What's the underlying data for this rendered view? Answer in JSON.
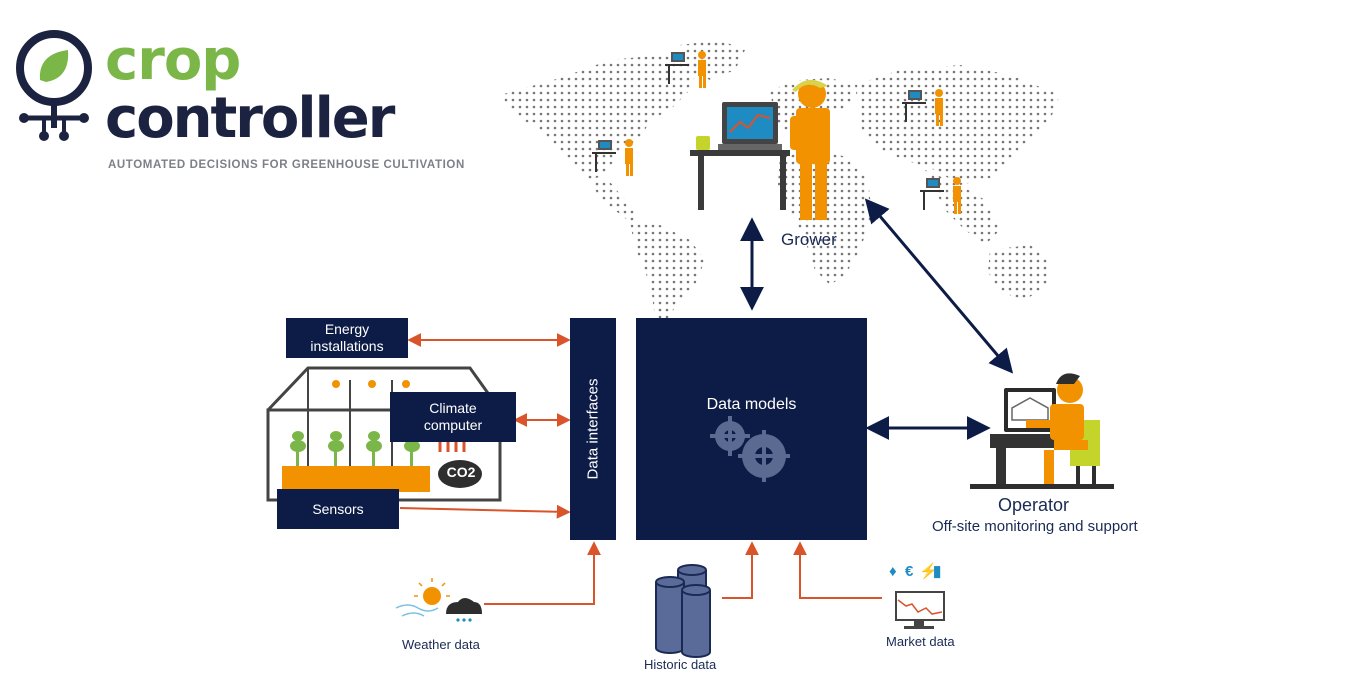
{
  "logo": {
    "word1": "crop",
    "word2": "controller",
    "tagline": "AUTOMATED DECISIONS FOR GREENHOUSE CULTIVATION"
  },
  "nodes": {
    "energy": "Energy installations",
    "climate": "Climate computer",
    "sensors": "Sensors",
    "interfaces": "Data interfaces",
    "models": "Data models",
    "grower": "Grower",
    "operator": "Operator",
    "operator_sub": "Off-site monitoring and support",
    "weather": "Weather data",
    "historic": "Historic data",
    "market": "Market data",
    "co2": "CO2"
  },
  "colors": {
    "navy": "#0d1c47",
    "orange": "#f39200",
    "green": "#7ab648",
    "arrow_red": "#d9542b",
    "map_dots": "#777777"
  }
}
